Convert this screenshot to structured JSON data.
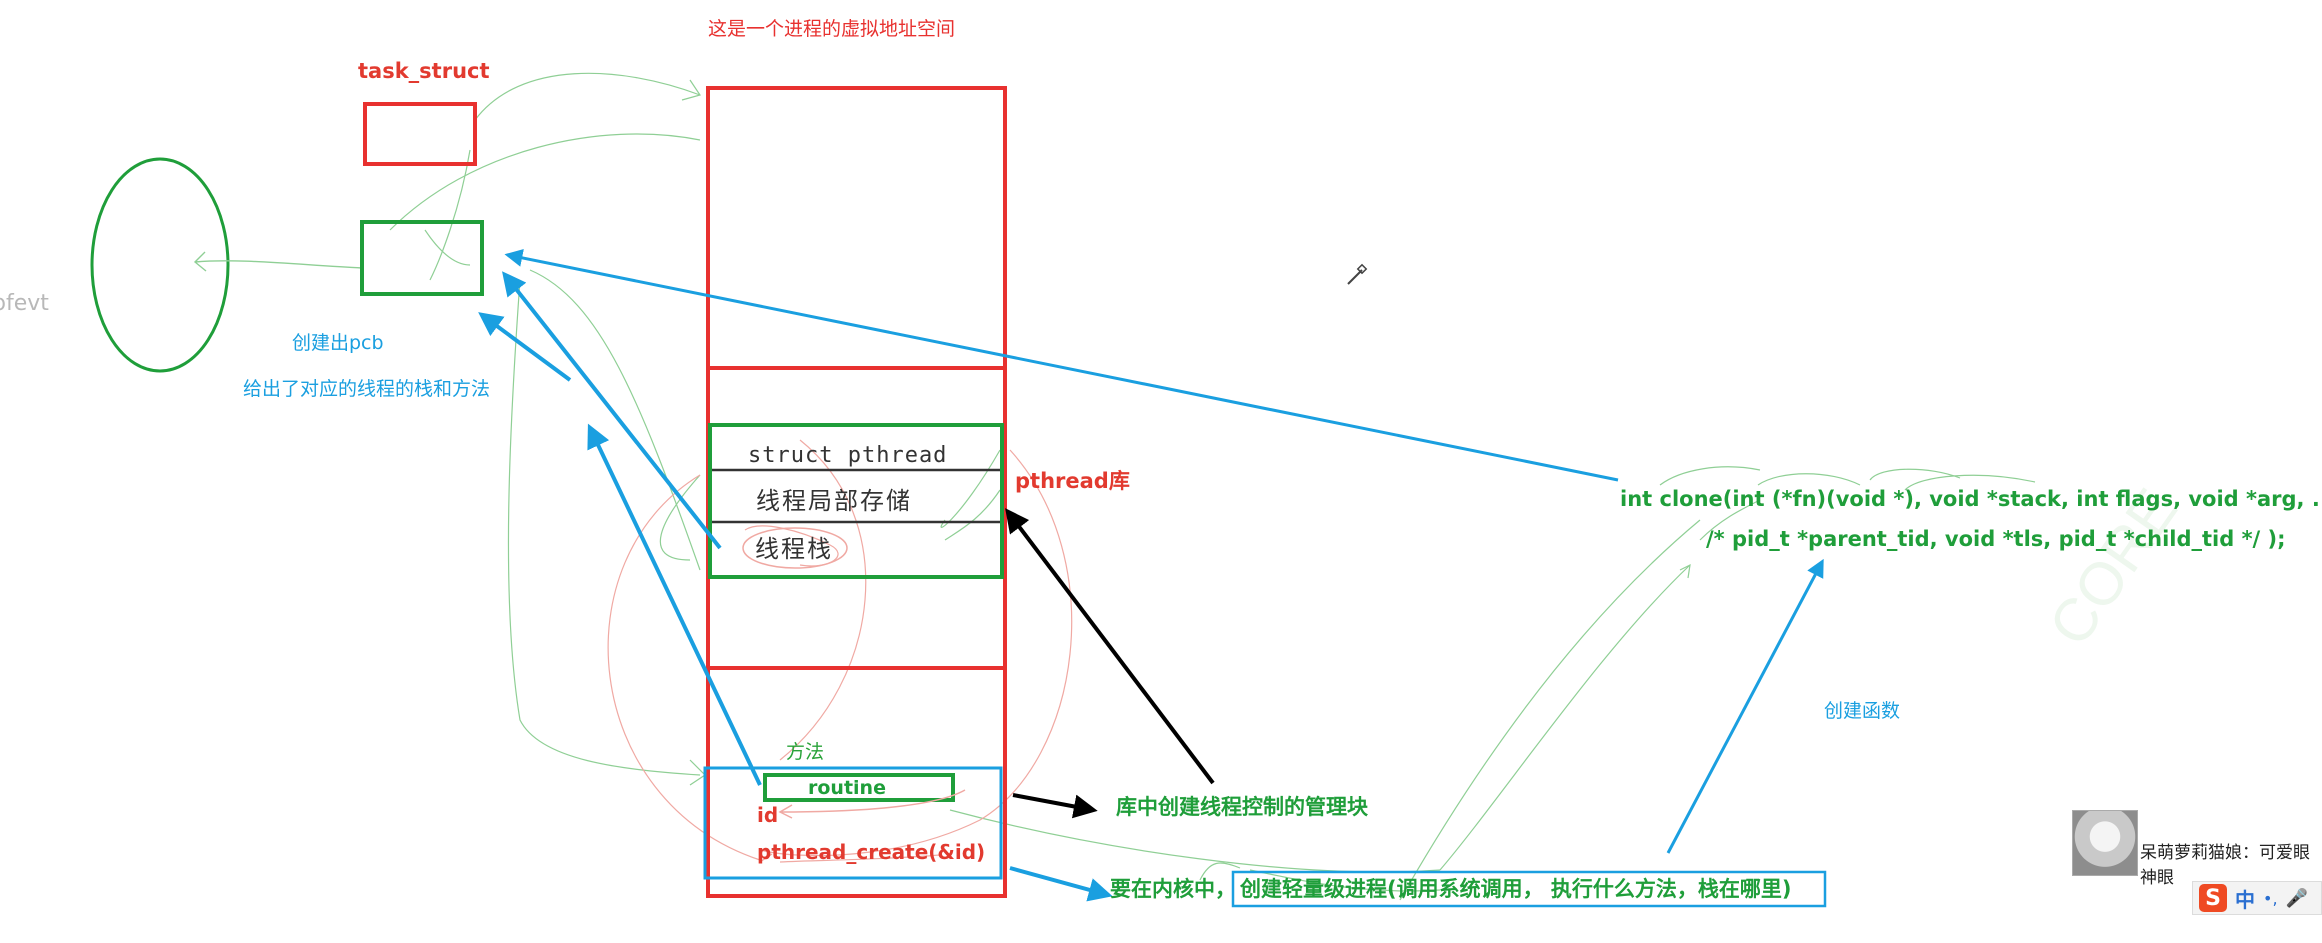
{
  "texts": {
    "address_space_title": "这是一个进程的虚拟地址空间",
    "task_struct": "task_struct",
    "cut_off_left": "pfevt",
    "create_pcb": "创建出pcb",
    "give_stack_method": "给出了对应的线程的栈和方法",
    "struct_pthread": "struct pthread",
    "thread_local_storage": "线程局部存储",
    "thread_stack": "线程栈",
    "pthread_lib": "pthread库",
    "method": "方法",
    "routine": "routine",
    "id": "id",
    "pthread_create": "pthread_create(&id)",
    "lib_control_block": "库中创建线程控制的管理块",
    "kernel_prefix": "要在内核中，",
    "kernel_boxed": "创建轻量级进程(调用系统调用， 执行什么方法，栈在哪里)",
    "clone_line1": "int clone(int (*fn)(void *), void *stack, int flags, void *arg, ...",
    "clone_line2": "/* pid_t *parent_tid, void *tls, pid_t *child_tid */ );",
    "create_function": "创建函数"
  },
  "overlay": {
    "chat_text": "呆萌萝莉猫娘：可爱眼神眼",
    "ime_logo": "S",
    "ime_lang": "中",
    "ime_punct": "•,",
    "ime_mic": "🎤"
  },
  "colors": {
    "red": "#e8312f",
    "green": "#1f9e3a",
    "blue": "#1a9fe0",
    "black": "#000000"
  }
}
